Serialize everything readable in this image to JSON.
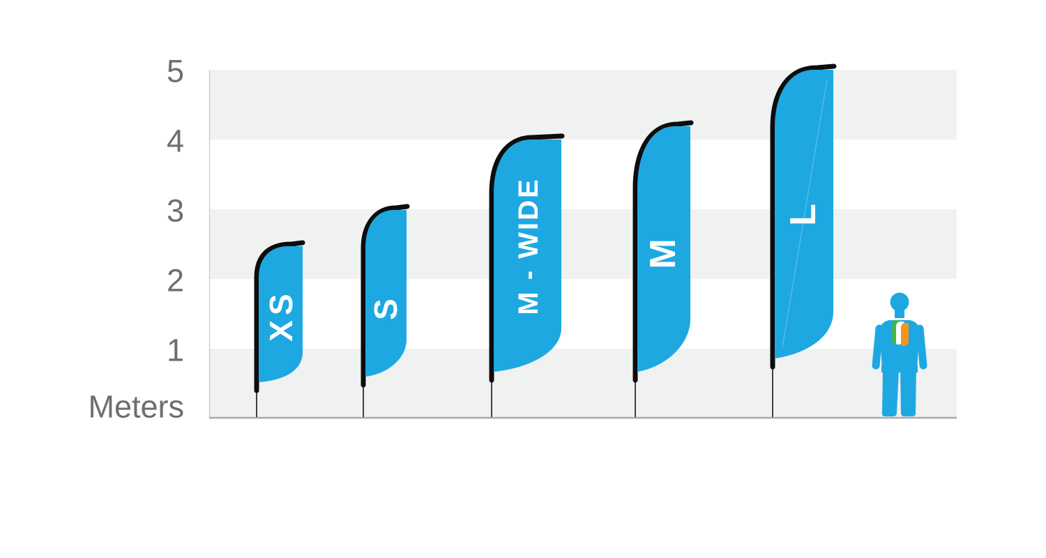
{
  "chart_data": {
    "type": "bar",
    "categories": [
      "XS",
      "S",
      "M - WIDE",
      "M",
      "L"
    ],
    "values": [
      2.5,
      3,
      4,
      4.2,
      5
    ],
    "unit": "Meters",
    "y_ticks": [
      5,
      4,
      3,
      2,
      1
    ],
    "ylim": [
      0,
      5
    ],
    "xlabel": "",
    "ylabel": "Meters",
    "legend": "none",
    "grid": "alternating-horizontal-bands",
    "annotations": [
      "human figure at right side of chart for scale"
    ]
  },
  "axis": {
    "ticks": [
      "5",
      "4",
      "3",
      "2",
      "1"
    ],
    "unit_label": "Meters"
  },
  "flags": [
    {
      "label": "XS",
      "height_m": 2.5
    },
    {
      "label": "S",
      "height_m": 3
    },
    {
      "label": "M - WIDE",
      "height_m": 4
    },
    {
      "label": "M",
      "height_m": 4.2
    },
    {
      "label": "L",
      "height_m": 5
    }
  ],
  "colors": {
    "flag_blue": "#1EA8E2",
    "pole_black": "#0D0D0D",
    "band_gray": "#F0F1F1",
    "axis_text_gray": "#6D6E71",
    "ground_line_gray": "#A7A9AC",
    "axis_line_gray": "#D0D2D3",
    "label_white": "#FFFFFF",
    "logo_green": "#45B649",
    "logo_orange": "#F7941E"
  },
  "icons": {
    "person": "human-figure-scale-reference",
    "chest_logo": "tricolor-leaf-logo"
  }
}
